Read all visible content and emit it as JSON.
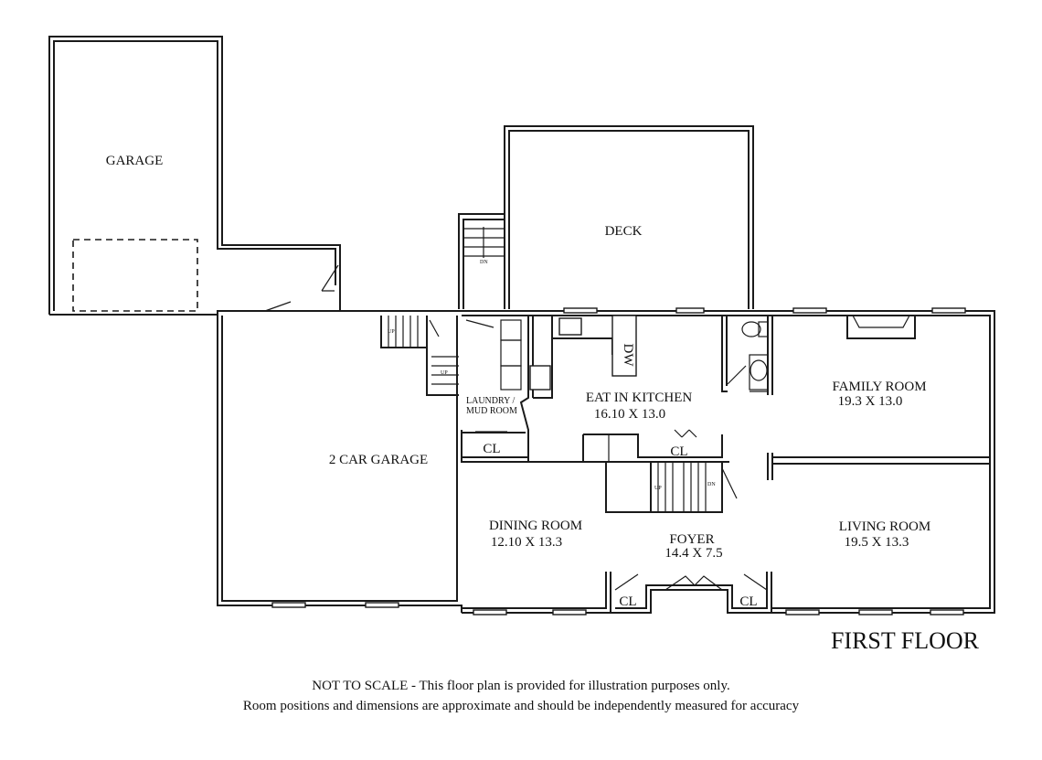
{
  "rooms": {
    "garage": {
      "name": "GARAGE"
    },
    "deck": {
      "name": "DECK"
    },
    "two_car_garage": {
      "name": "2 CAR GARAGE"
    },
    "laundry": {
      "line1": "LAUNDRY /",
      "line2": "MUD ROOM"
    },
    "kitchen": {
      "name": "EAT IN KITCHEN",
      "dims": "16.10 X 13.0"
    },
    "family_room": {
      "name": "FAMILY ROOM",
      "dims": "19.3 X 13.0"
    },
    "dining_room": {
      "name": "DINING ROOM",
      "dims": "12.10 X 13.3"
    },
    "foyer": {
      "name": "FOYER",
      "dims": "14.4 X 7.5"
    },
    "living_room": {
      "name": "LIVING ROOM",
      "dims": "19.5 X 13.3"
    }
  },
  "closet_label": "CL",
  "fixtures": {
    "dishwasher": "DW",
    "stair_up": "UP",
    "stair_down": "DN"
  },
  "floor_title": "FIRST FLOOR",
  "disclaimer": {
    "line1": "NOT TO SCALE - This floor plan is provided for illustration purposes only.",
    "line2": "Room positions and dimensions are approximate and should be independently measured for accuracy"
  }
}
